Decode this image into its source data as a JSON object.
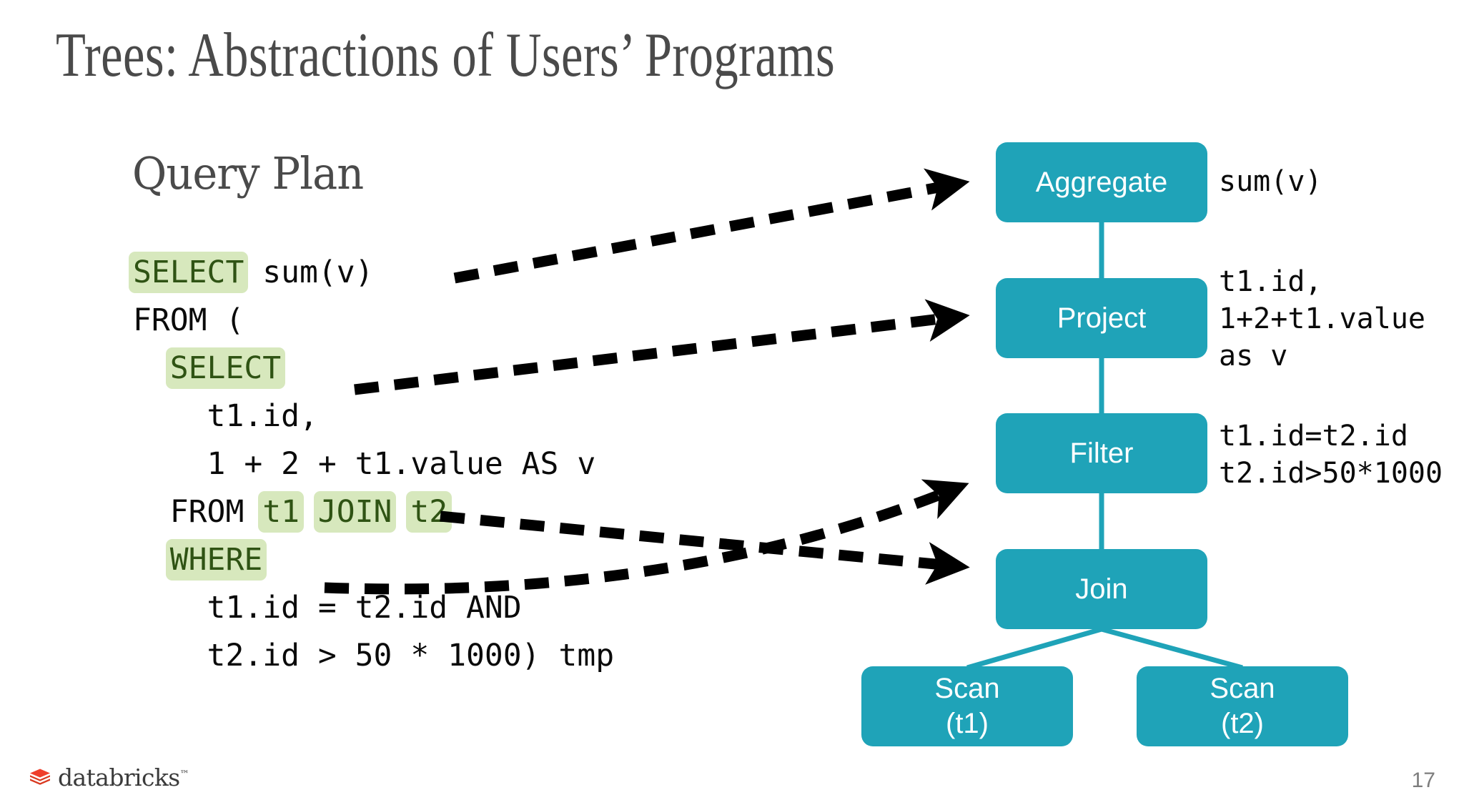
{
  "slide": {
    "title": "Trees: Abstractions of Users’ Programs",
    "page_number": "17"
  },
  "section": {
    "heading": "Query Plan"
  },
  "sql": {
    "lines": [
      [
        {
          "t": "SELECT",
          "hl": true
        },
        {
          "t": " sum(v)",
          "hl": false
        }
      ],
      [
        {
          "t": "FROM (",
          "hl": false
        }
      ],
      [
        {
          "t": "  ",
          "hl": false
        },
        {
          "t": "SELECT",
          "hl": true
        }
      ],
      [
        {
          "t": "    t1.id,",
          "hl": false
        }
      ],
      [
        {
          "t": "    1 + 2 + t1.value AS v",
          "hl": false
        }
      ],
      [
        {
          "t": "  FROM ",
          "hl": false
        },
        {
          "t": "t1",
          "hl": true
        },
        {
          "t": " ",
          "hl": false
        },
        {
          "t": "JOIN",
          "hl": true
        },
        {
          "t": " ",
          "hl": false
        },
        {
          "t": "t2",
          "hl": true
        }
      ],
      [
        {
          "t": "  ",
          "hl": false
        },
        {
          "t": "WHERE",
          "hl": true
        }
      ],
      [
        {
          "t": "    t1.id = t2.id AND",
          "hl": false
        }
      ],
      [
        {
          "t": "    t2.id > 50 * 1000) tmp",
          "hl": false
        }
      ]
    ]
  },
  "tree": {
    "nodes": [
      {
        "id": "aggregate",
        "lines": [
          "Aggregate"
        ]
      },
      {
        "id": "project",
        "lines": [
          "Project"
        ]
      },
      {
        "id": "filter",
        "lines": [
          "Filter"
        ]
      },
      {
        "id": "join",
        "lines": [
          "Join"
        ]
      },
      {
        "id": "scan-t1",
        "lines": [
          "Scan",
          "(t1)"
        ]
      },
      {
        "id": "scan-t2",
        "lines": [
          "Scan",
          "(t2)"
        ]
      }
    ],
    "annotations": {
      "aggregate": "sum(v)",
      "project": "t1.id,\n1+2+t1.value\nas v",
      "filter": "t1.id=t2.id\nt2.id>50*1000"
    }
  },
  "footer": {
    "brand": "databricks",
    "trademark": "™"
  },
  "colors": {
    "node_teal": "#1fa3b8",
    "highlight_green_bg": "#d7e8bd",
    "highlight_green_text": "#2f5314",
    "title_gray": "#4a4a4a",
    "page_number_gray": "#7d7d7d",
    "logo_red": "#ef3e2b",
    "arrow_black": "#000000"
  }
}
